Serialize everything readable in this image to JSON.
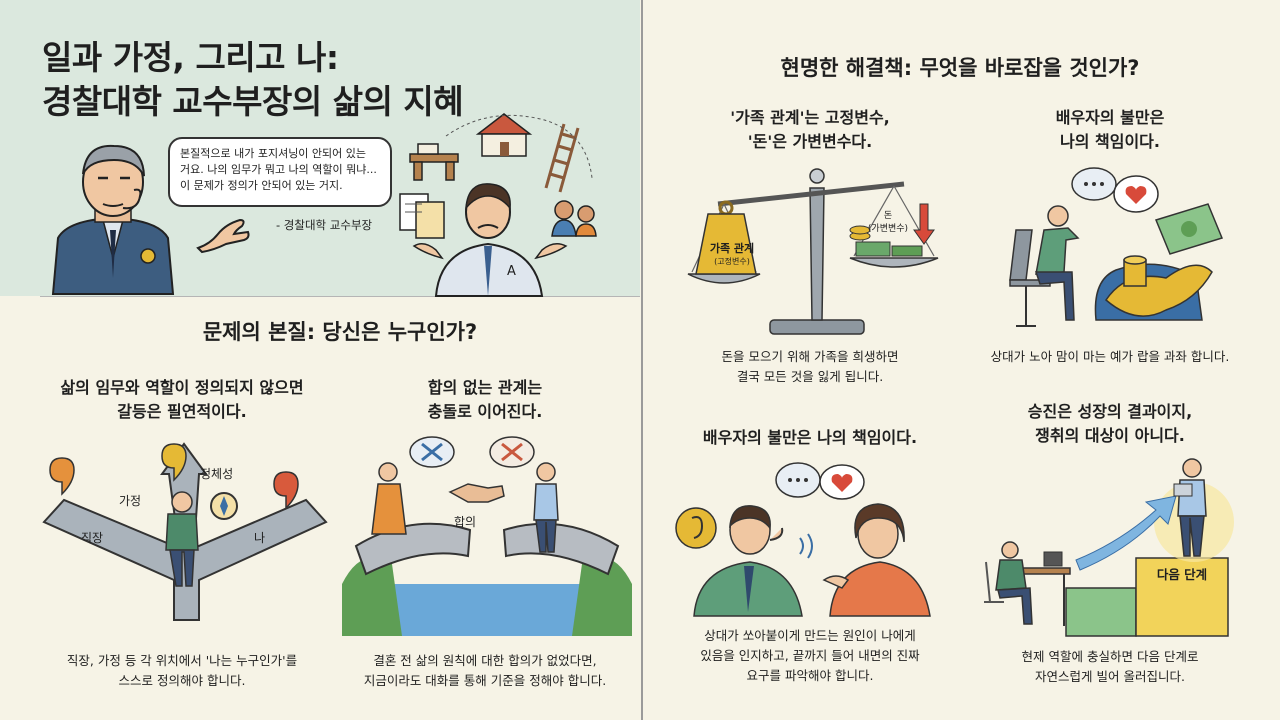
{
  "header": {
    "title_line1": "일과 가정, 그리고 나:",
    "title_line2": "경찰대학 교수부장의 삶의 지혜",
    "quote_line1": "본질적으로 내가 포지셔닝이 안되어 있는",
    "quote_line2": "거요. 나의 임무가 뭐고 나의 역할이 뭐냐...",
    "quote_line3": "이 문제가 정의가 안되어 있는 거지.",
    "attribution": "- 경찰대학 교수부장",
    "shirt_letter": "A"
  },
  "problem": {
    "title": "문제의 본질: 당신은 누구인가?",
    "left_title_line1": "삶의 임무와 역할이 정의되지 않으면",
    "left_title_line2": "갈등은 필연적이다.",
    "labels": {
      "identity": "정체성",
      "family": "가정",
      "work": "직장",
      "me": "나"
    },
    "left_caption_line1": "직장, 가정 등 각 위치에서 '나는 누구인가'를",
    "left_caption_line2": "스스로 정의해야 합니다.",
    "right_title_line1": "합의 없는 관계는",
    "right_title_line2": "충돌로 이어진다.",
    "bridge_label": "합의",
    "right_caption_line1": "결혼 전 삶의 원칙에 대한 합의가 없었다면,",
    "right_caption_line2": "지금이라도 대화를 통해 기준을 정해야 합니다."
  },
  "solution": {
    "title": "현명한 해결책: 무엇을 바로잡을 것인가?",
    "c1_title_line1": "'가족 관계'는 고정변수,",
    "c1_title_line2": "'돈'은 가변변수다.",
    "weight_label": "가족 관계",
    "weight_sub": "(고정변수)",
    "money_label": "돈",
    "money_sub": "(가변변수)",
    "c1_caption_line1": "돈을 모으기 위해 가족을 희생하면",
    "c1_caption_line2": "결국 모든 것을 잃게 됩니다.",
    "c2_title_line1": "배우자의 불만은",
    "c2_title_line2": "나의 책임이다.",
    "c2_caption": "상대가 노아 맘이 마는 예가 랍을 과좌 합니다.",
    "c3_title": "배우자의 불만은 나의 책임이다.",
    "c3_caption_line1": "상대가 쏘아붙이게 만드는 원인이 나에게",
    "c3_caption_line2": "있음을 인지하고, 끝까지 들어 내면의 진짜",
    "c3_caption_line3": "요구를 파악해야 합니다.",
    "c4_title_line1": "승진은 성장의 결과이지,",
    "c4_title_line2": "쟁취의 대상이 아니다.",
    "step_label": "다음 단계",
    "c4_caption_line1": "현제 역할에 충실하면 다음 단계로",
    "c4_caption_line2": "자연스럽게 빌어 올러집니다."
  }
}
